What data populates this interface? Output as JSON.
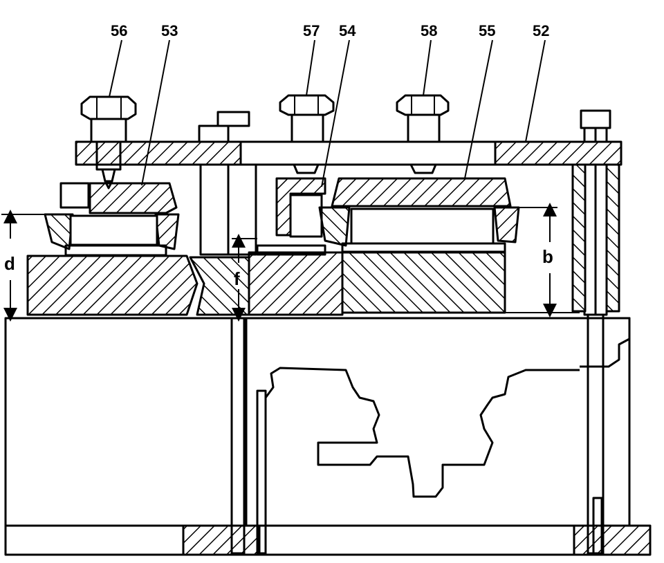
{
  "labels": {
    "p56": "56",
    "p53": "53",
    "p57": "57",
    "p54": "54",
    "p58": "58",
    "p55": "55",
    "p52": "52"
  },
  "dimensions": {
    "d": "d",
    "f": "f",
    "b": "b"
  }
}
